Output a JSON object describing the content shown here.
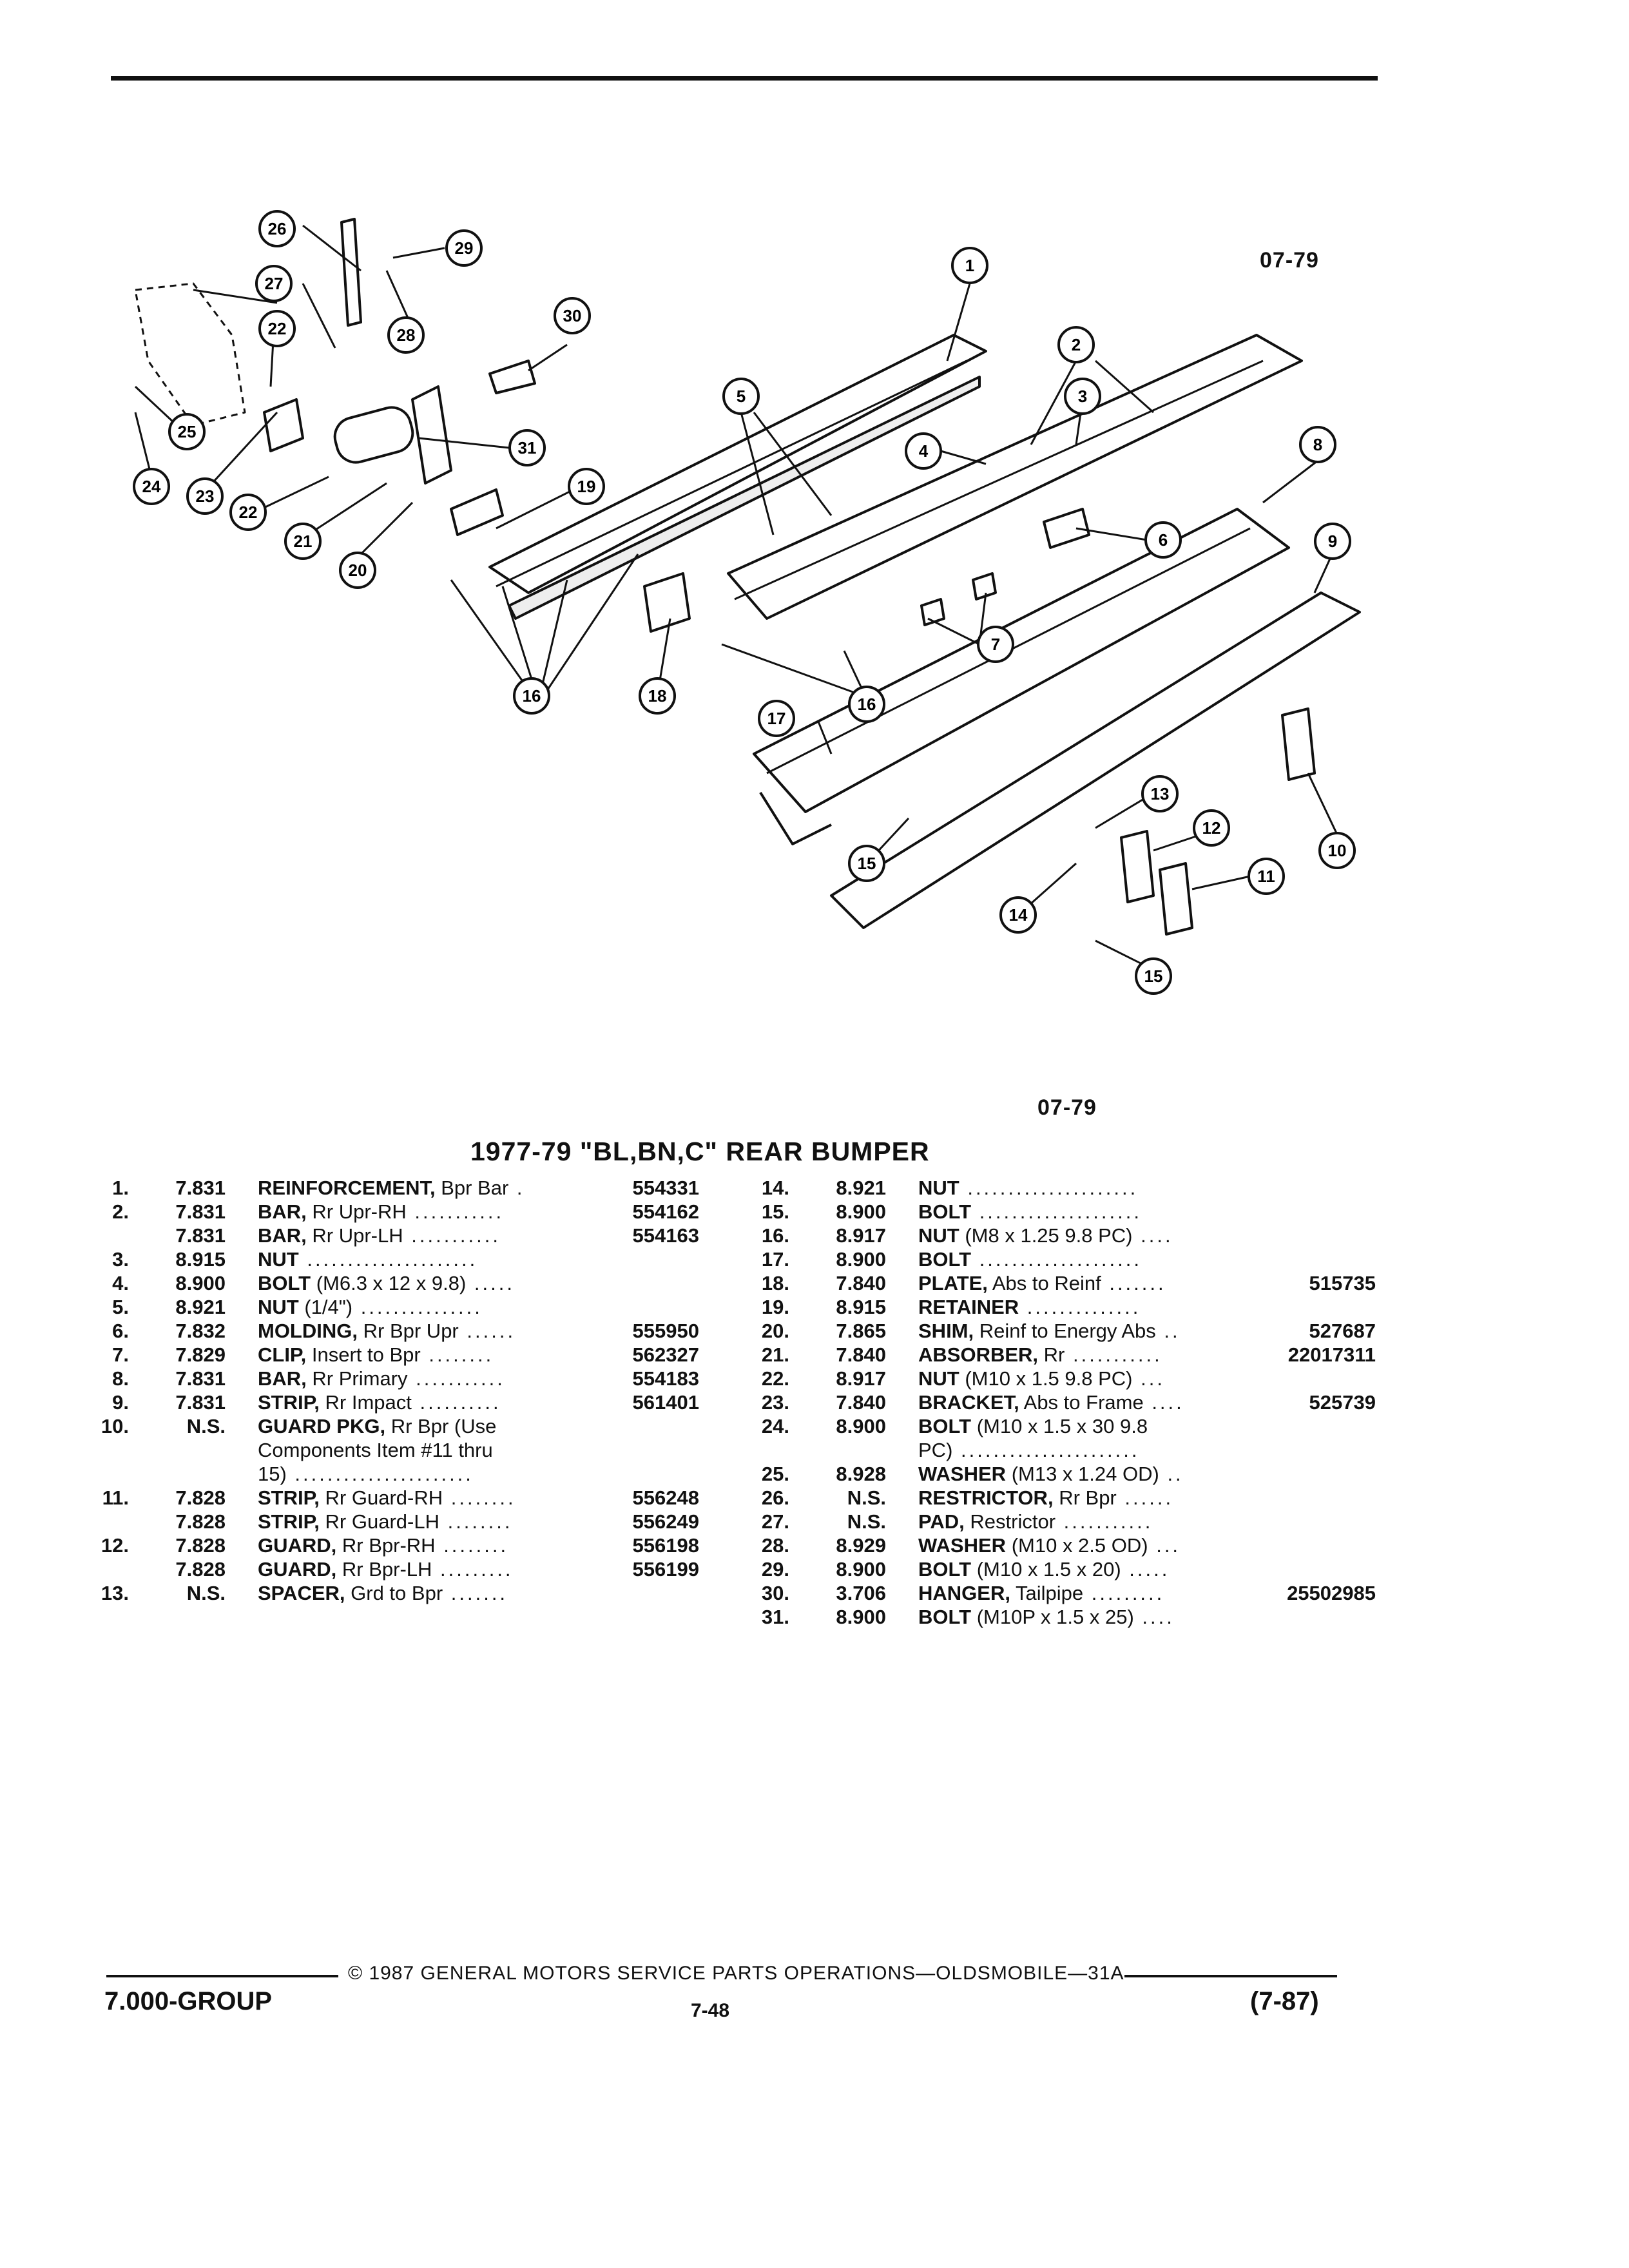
{
  "page": {
    "diagram_code_top": "07-79",
    "diagram_code_bottom": "07-79",
    "title": "1977-79 \"BL,BN,C\" REAR BUMPER"
  },
  "callouts": [
    "1",
    "2",
    "3",
    "4",
    "5",
    "6",
    "7",
    "8",
    "9",
    "10",
    "11",
    "12",
    "13",
    "14",
    "15",
    "16",
    "17",
    "18",
    "19",
    "20",
    "21",
    "22",
    "23",
    "24",
    "25",
    "26",
    "27",
    "28",
    "29",
    "30",
    "31"
  ],
  "parts_left": [
    {
      "num": "1.",
      "code": "7.831",
      "name": "REINFORCEMENT,",
      "desc": "Bpr Bar",
      "dots": " .",
      "part": "554331"
    },
    {
      "num": "2.",
      "code": "7.831",
      "name": "BAR,",
      "desc": "Rr Upr-RH",
      "dots": " ...........",
      "part": "554162"
    },
    {
      "num": "",
      "code": "7.831",
      "name": "BAR,",
      "desc": "Rr Upr-LH",
      "dots": " ...........",
      "part": "554163"
    },
    {
      "num": "3.",
      "code": "8.915",
      "name": "NUT",
      "desc": "",
      "dots": " .....................",
      "part": ""
    },
    {
      "num": "4.",
      "code": "8.900",
      "name": "BOLT",
      "desc": "(M6.3 x 12 x 9.8)",
      "dots": " .....",
      "part": ""
    },
    {
      "num": "5.",
      "code": "8.921",
      "name": "NUT",
      "desc": "(1/4\")",
      "dots": " ...............",
      "part": ""
    },
    {
      "num": "6.",
      "code": "7.832",
      "name": "MOLDING,",
      "desc": "Rr Bpr Upr",
      "dots": " ......",
      "part": "555950"
    },
    {
      "num": "7.",
      "code": "7.829",
      "name": "CLIP,",
      "desc": "Insert to Bpr",
      "dots": " ........",
      "part": "562327"
    },
    {
      "num": "8.",
      "code": "7.831",
      "name": "BAR,",
      "desc": "Rr Primary",
      "dots": " ...........",
      "part": "554183"
    },
    {
      "num": "9.",
      "code": "7.831",
      "name": "STRIP,",
      "desc": "Rr Impact",
      "dots": " ..........",
      "part": "561401"
    },
    {
      "num": "10.",
      "code": "N.S.",
      "name": "GUARD PKG,",
      "desc": "Rr Bpr (Use",
      "dots": "",
      "part": ""
    },
    {
      "num": "",
      "code": "",
      "name": "",
      "desc": "Components Item #11 thru",
      "dots": "",
      "part": ""
    },
    {
      "num": "",
      "code": "",
      "name": "",
      "desc": "15)",
      "dots": " ......................",
      "part": ""
    },
    {
      "num": "11.",
      "code": "7.828",
      "name": "STRIP,",
      "desc": "Rr Guard-RH",
      "dots": " ........",
      "part": "556248"
    },
    {
      "num": "",
      "code": "7.828",
      "name": "STRIP,",
      "desc": "Rr Guard-LH",
      "dots": " ........",
      "part": "556249"
    },
    {
      "num": "12.",
      "code": "7.828",
      "name": "GUARD,",
      "desc": "Rr Bpr-RH",
      "dots": " ........",
      "part": "556198"
    },
    {
      "num": "",
      "code": "7.828",
      "name": "GUARD,",
      "desc": "Rr Bpr-LH",
      "dots": " .........",
      "part": "556199"
    },
    {
      "num": "13.",
      "code": "N.S.",
      "name": "SPACER,",
      "desc": "Grd to Bpr",
      "dots": " .......",
      "part": ""
    }
  ],
  "parts_right": [
    {
      "num": "14.",
      "code": "8.921",
      "name": "NUT",
      "desc": "",
      "dots": " .....................",
      "part": ""
    },
    {
      "num": "15.",
      "code": "8.900",
      "name": "BOLT",
      "desc": "",
      "dots": " ....................",
      "part": ""
    },
    {
      "num": "16.",
      "code": "8.917",
      "name": "NUT",
      "desc": "(M8 x 1.25 9.8 PC)",
      "dots": " ....",
      "part": ""
    },
    {
      "num": "17.",
      "code": "8.900",
      "name": "BOLT",
      "desc": "",
      "dots": " ....................",
      "part": ""
    },
    {
      "num": "18.",
      "code": "7.840",
      "name": "PLATE,",
      "desc": "Abs to Reinf",
      "dots": " .......",
      "part": "515735"
    },
    {
      "num": "19.",
      "code": "8.915",
      "name": "RETAINER",
      "desc": "",
      "dots": " ..............",
      "part": ""
    },
    {
      "num": "20.",
      "code": "7.865",
      "name": "SHIM,",
      "desc": "Reinf to Energy Abs",
      "dots": " ..",
      "part": "527687"
    },
    {
      "num": "21.",
      "code": "7.840",
      "name": "ABSORBER,",
      "desc": "Rr",
      "dots": " ...........",
      "part": "22017311"
    },
    {
      "num": "22.",
      "code": "8.917",
      "name": "NUT",
      "desc": "(M10 x 1.5 9.8 PC)",
      "dots": " ...",
      "part": ""
    },
    {
      "num": "23.",
      "code": "7.840",
      "name": "BRACKET,",
      "desc": "Abs to Frame",
      "dots": " ....",
      "part": "525739"
    },
    {
      "num": "24.",
      "code": "8.900",
      "name": "BOLT",
      "desc": "(M10 x 1.5 x 30 9.8",
      "dots": "",
      "part": ""
    },
    {
      "num": "",
      "code": "",
      "name": "",
      "desc": "PC)",
      "dots": " ......................",
      "part": ""
    },
    {
      "num": "25.",
      "code": "8.928",
      "name": "WASHER",
      "desc": "(M13 x 1.24 OD)",
      "dots": " ..",
      "part": ""
    },
    {
      "num": "26.",
      "code": "N.S.",
      "name": "RESTRICTOR,",
      "desc": "Rr Bpr",
      "dots": " ......",
      "part": ""
    },
    {
      "num": "27.",
      "code": "N.S.",
      "name": "PAD,",
      "desc": "Restrictor",
      "dots": " ...........",
      "part": ""
    },
    {
      "num": "28.",
      "code": "8.929",
      "name": "WASHER",
      "desc": "(M10 x 2.5 OD)",
      "dots": " ...",
      "part": ""
    },
    {
      "num": "29.",
      "code": "8.900",
      "name": "BOLT",
      "desc": "(M10 x 1.5 x 20)",
      "dots": " .....",
      "part": ""
    },
    {
      "num": "30.",
      "code": "3.706",
      "name": "HANGER,",
      "desc": "Tailpipe",
      "dots": " .........",
      "part": "25502985"
    },
    {
      "num": "31.",
      "code": "8.900",
      "name": "BOLT",
      "desc": "(M10P x 1.5 x 25)",
      "dots": " ....",
      "part": ""
    }
  ],
  "footer": {
    "copyright": "© 1987 GENERAL MOTORS SERVICE PARTS OPERATIONS—OLDSMOBILE—31A",
    "group": "7.000-GROUP",
    "page_number": "7-48",
    "revision": "(7-87)"
  }
}
